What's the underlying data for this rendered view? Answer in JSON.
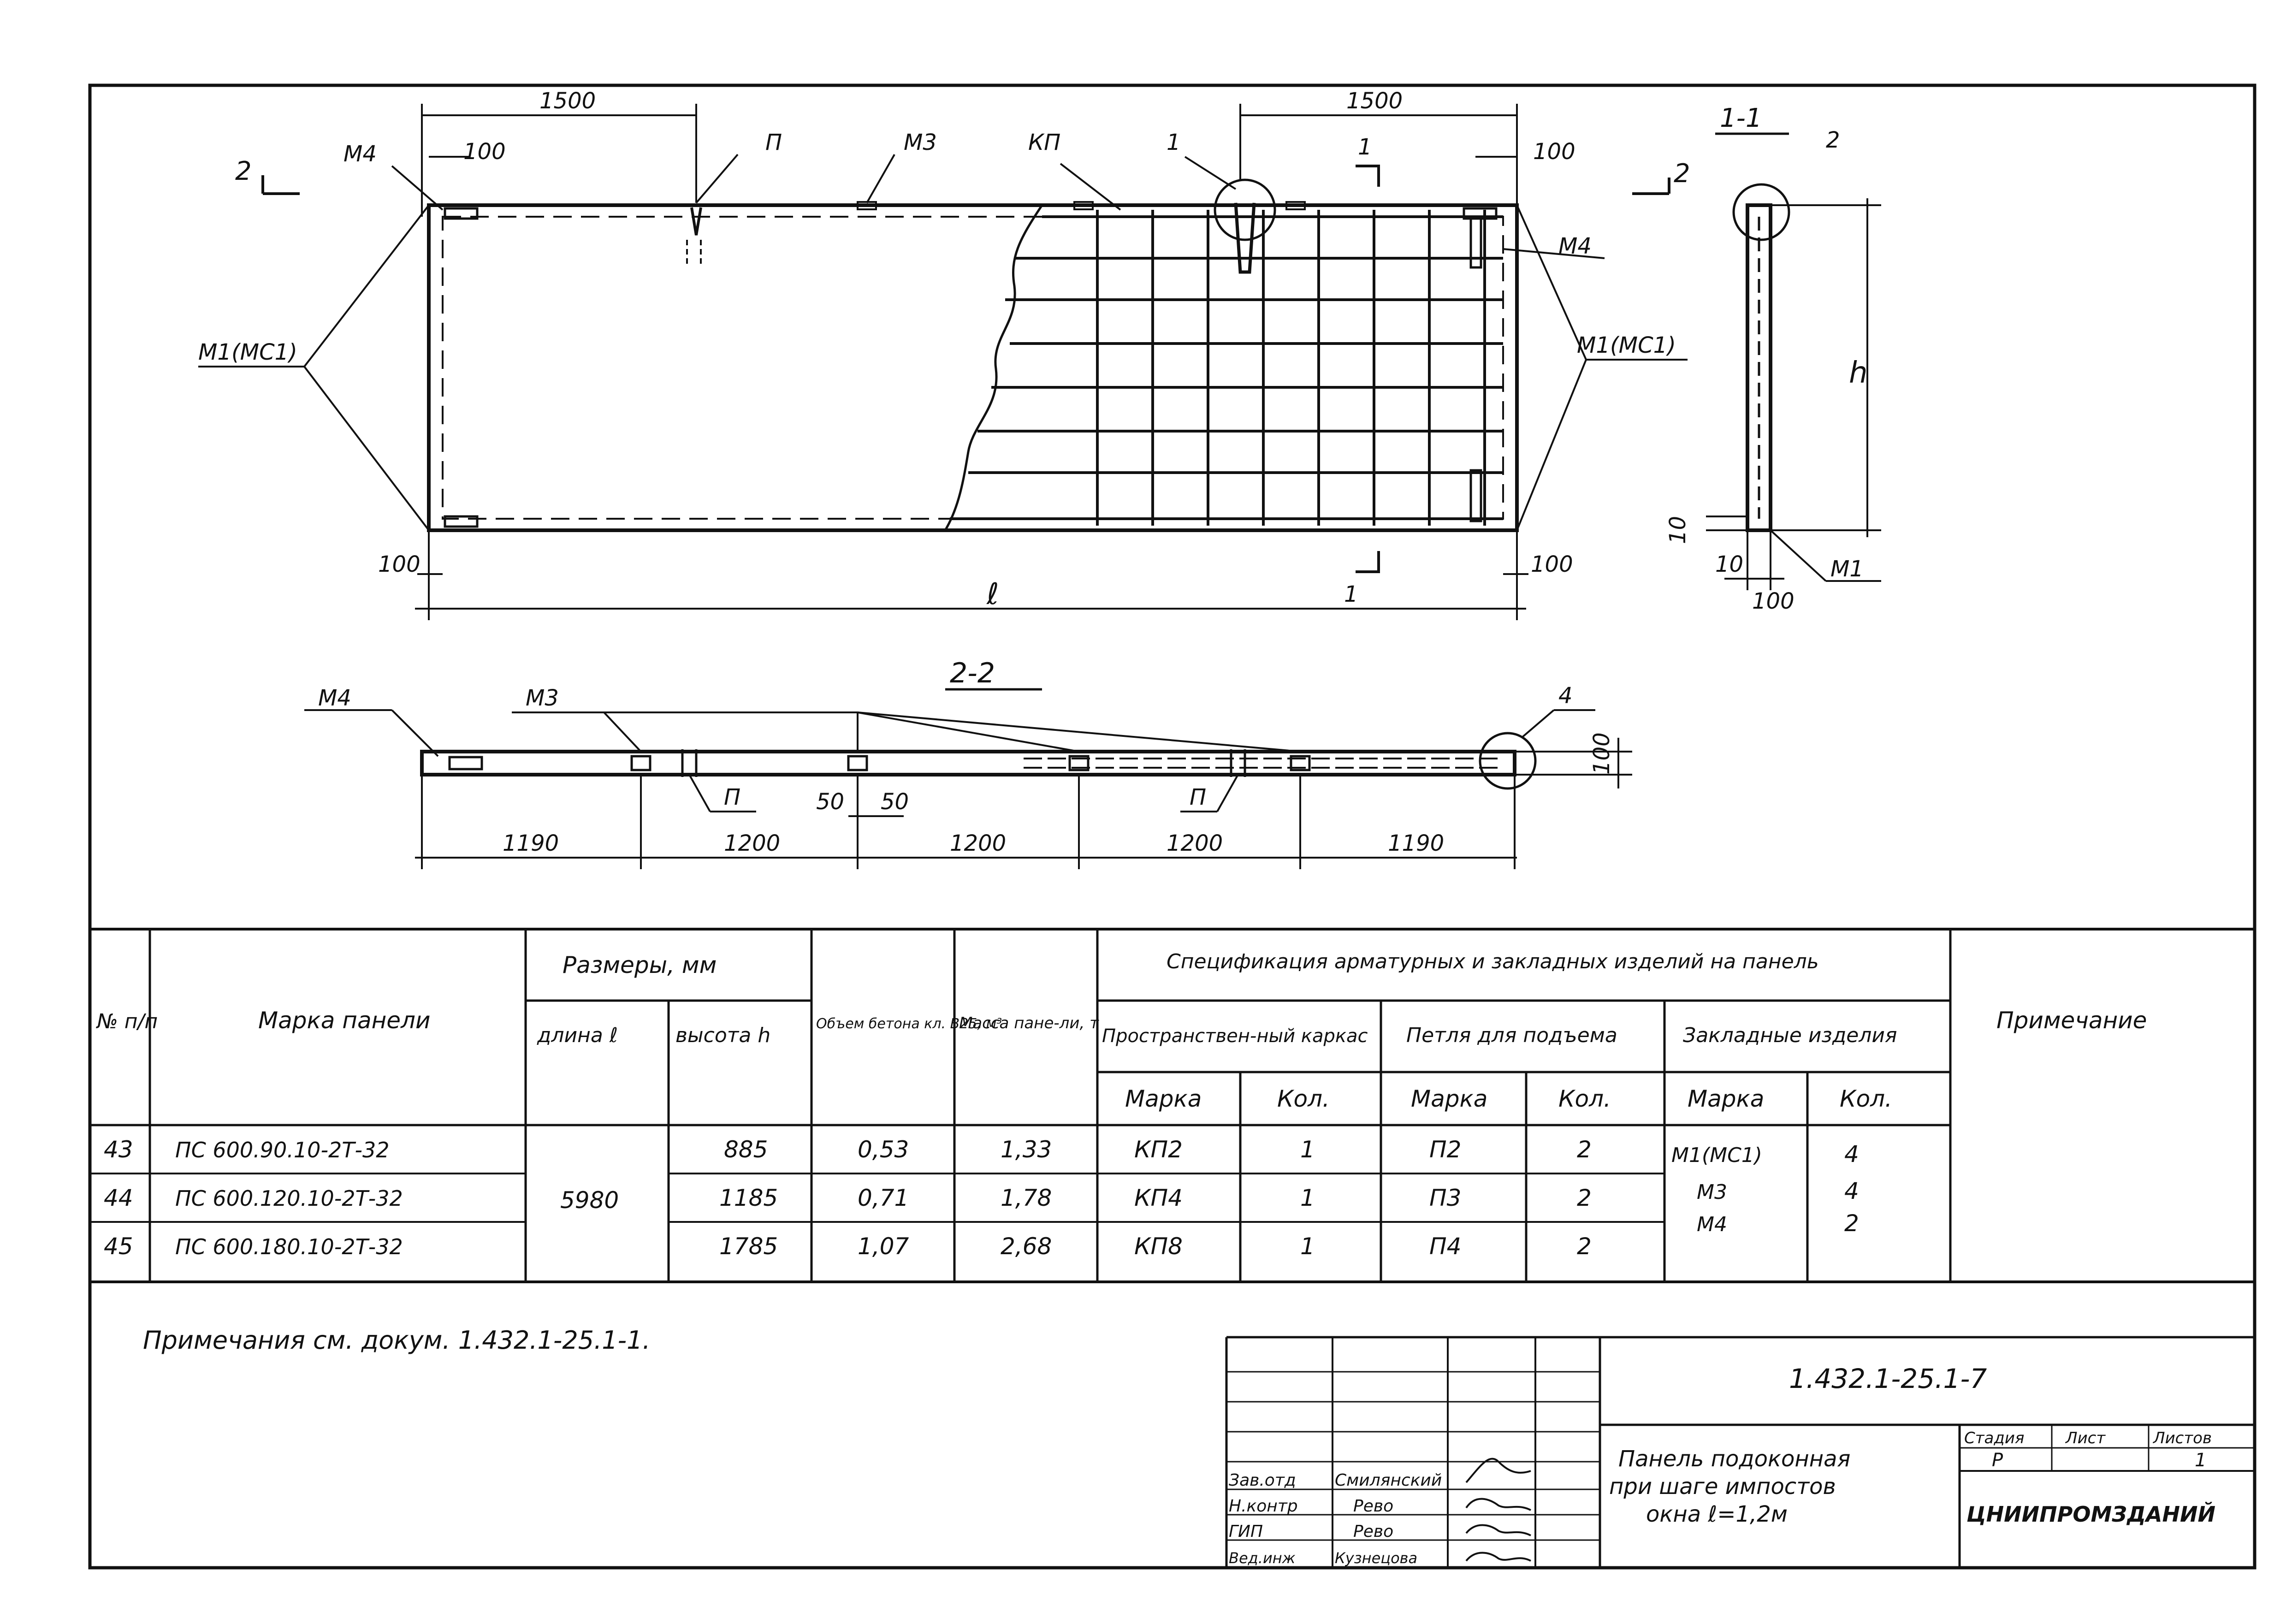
{
  "drawing": {
    "dims": {
      "d_1500_left": "1500",
      "d_1500_right": "1500",
      "d_100_tl": "100",
      "d_100_tr": "100",
      "d_100_bl": "100",
      "d_100_br": "100",
      "d_l": "ℓ",
      "d_1190_left": "1190",
      "d_1200_a": "1200",
      "d_1200_b": "1200",
      "d_1200_c": "1200",
      "d_1190_right": "1190",
      "d_50_a": "50",
      "d_50_b": "50",
      "d_100_22": "100",
      "d_h": "h",
      "d_10_a": "10",
      "d_10_b": "10",
      "d_100_11": "100"
    },
    "labels": {
      "m4_top": "М4",
      "p_top": "П",
      "m3_top": "М3",
      "kp_top": "КП",
      "one_callout": "1",
      "cut1_top": "1",
      "cut1_bottom": "1",
      "m4_right": "М4",
      "m1_left": "М1(МС1)",
      "m1_right": "М1(МС1)",
      "cut2_left": "2",
      "cut2_right": "2",
      "section11": "1-1",
      "two_callout": "2",
      "m1_11": "М1",
      "section22": "2-2",
      "m4_22": "М4",
      "m3_22": "М3",
      "p_22a": "П",
      "p_22b": "П",
      "four_callout": "4"
    }
  },
  "table": {
    "headers": {
      "num": "№ п/п",
      "mark": "Марка панели",
      "sizes": "Размеры, мм",
      "length": "длина ℓ",
      "height": "высота h",
      "volume": "Объем бетона кл. B25, м³",
      "mass": "Масса пане-ли, т",
      "spec": "Спецификация арматурных и закладных изделий на панель",
      "frame": "Пространствен-ный каркас",
      "loop": "Петля для подъема",
      "embed": "Закладные изделия",
      "note": "Примечание",
      "sub_mark": "Марка",
      "sub_qty": "Кол."
    },
    "shared_length": "5980",
    "rows": [
      {
        "num": "43",
        "mark": "ПС 600.90.10-2Т-32",
        "height": "885",
        "volume": "0,53",
        "mass": "1,33",
        "frame_mark": "КП2",
        "frame_qty": "1",
        "loop_mark": "П2",
        "loop_qty": "2"
      },
      {
        "num": "44",
        "mark": "ПС 600.120.10-2Т-32",
        "height": "1185",
        "volume": "0,71",
        "mass": "1,78",
        "frame_mark": "КП4",
        "frame_qty": "1",
        "loop_mark": "П3",
        "loop_qty": "2"
      },
      {
        "num": "45",
        "mark": "ПС 600.180.10-2Т-32",
        "height": "1785",
        "volume": "1,07",
        "mass": "2,68",
        "frame_mark": "КП8",
        "frame_qty": "1",
        "loop_mark": "П4",
        "loop_qty": "2"
      }
    ],
    "embeds": [
      {
        "mark": "М1(МС1)",
        "qty": "4"
      },
      {
        "mark": "М3",
        "qty": "4"
      },
      {
        "mark": "М4",
        "qty": "2"
      }
    ]
  },
  "notes": "Примечания см. докум. 1.432.1-25.1-1.",
  "title_block": {
    "doc_code": "1.432.1-25.1-7",
    "title_line1": "Панель подоконная",
    "title_line2": "при шаге импостов",
    "title_line3": "окна ℓ=1,2м",
    "stage_h": "Стадия",
    "sheet_h": "Лист",
    "sheets_h": "Листов",
    "stage": "Р",
    "sheets": "1",
    "org": "ЦНИИПРОМЗДАНИЙ",
    "signers": [
      {
        "role": "Зав.отд",
        "name": "Смилянский"
      },
      {
        "role": "Н.контр",
        "name": "Рево"
      },
      {
        "role": "ГИП",
        "name": "Рево"
      },
      {
        "role": "Вед.инж",
        "name": "Кузнецова"
      }
    ]
  }
}
